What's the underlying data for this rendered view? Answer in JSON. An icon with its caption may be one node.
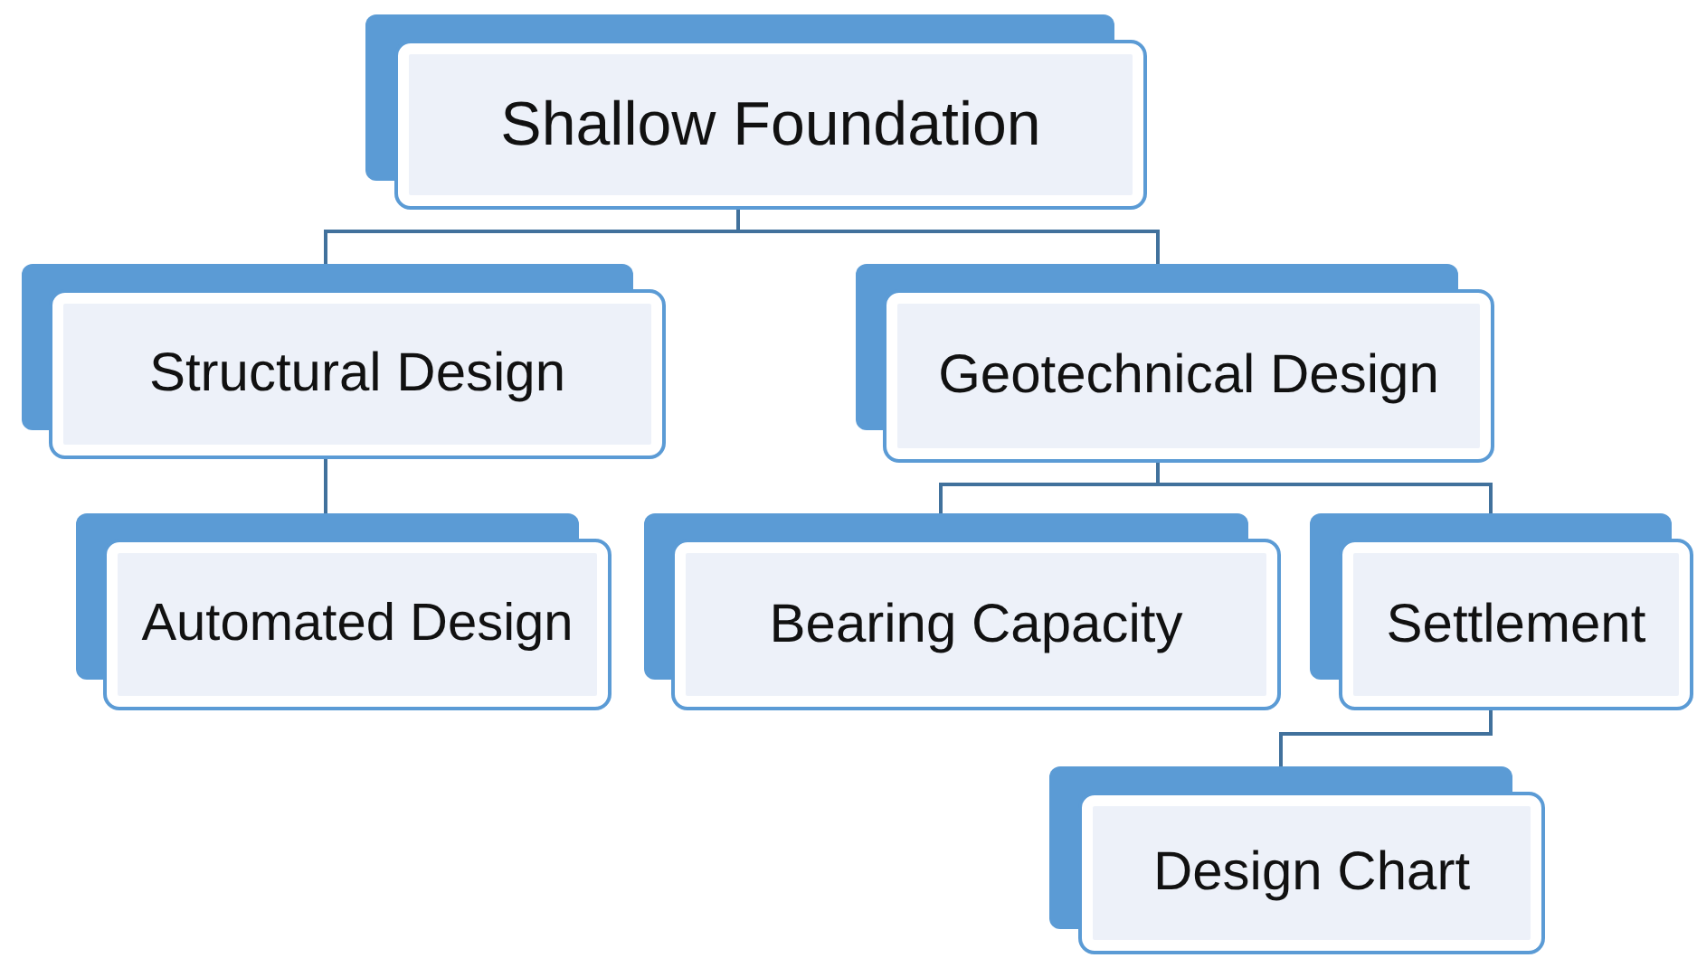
{
  "diagram": {
    "nodes": [
      {
        "text": [
          "Shallow Foundation"
        ]
      },
      {
        "text": [
          "Structural Design"
        ]
      },
      {
        "text": [
          "Geotechnical Design"
        ]
      },
      {
        "text": [
          "Automated Design"
        ]
      },
      {
        "text": [
          "Bearing Capacity"
        ]
      },
      {
        "text": [
          "Settlement"
        ]
      },
      {
        "text": [
          "Design Chart"
        ]
      }
    ],
    "edges": [
      {
        "from": 0,
        "to": 1,
        "arrow": "none"
      },
      {
        "from": 0,
        "to": 2,
        "arrow": "none"
      },
      {
        "from": 1,
        "to": 3,
        "arrow": "none"
      },
      {
        "from": 2,
        "to": 4,
        "arrow": "none"
      },
      {
        "from": 2,
        "to": 5,
        "arrow": "none"
      },
      {
        "from": 5,
        "to": 6,
        "arrow": "none"
      }
    ]
  }
}
